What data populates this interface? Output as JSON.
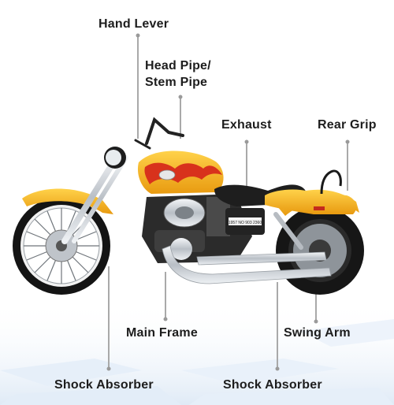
{
  "labels": {
    "hand_lever": "Hand Lever",
    "head_pipe_line1": "Head Pipe/",
    "head_pipe_line2": "Stem Pipe",
    "exhaust": "Exhaust",
    "rear_grip": "Rear Grip",
    "main_frame": "Main Frame",
    "swing_arm": "Swing Arm",
    "shock_absorber_front": "Shock Absorber",
    "shock_absorber_rear": "Shock Absorber"
  },
  "plate_text": "1957 NO 903 2360",
  "colors": {
    "tank_yellow": "#f5b21a",
    "flame_red": "#d8321c",
    "chrome": "#c9ced4",
    "tire_black": "#151515",
    "leader_line": "#a9a9a9",
    "background_stripe": "#e4eef8"
  }
}
